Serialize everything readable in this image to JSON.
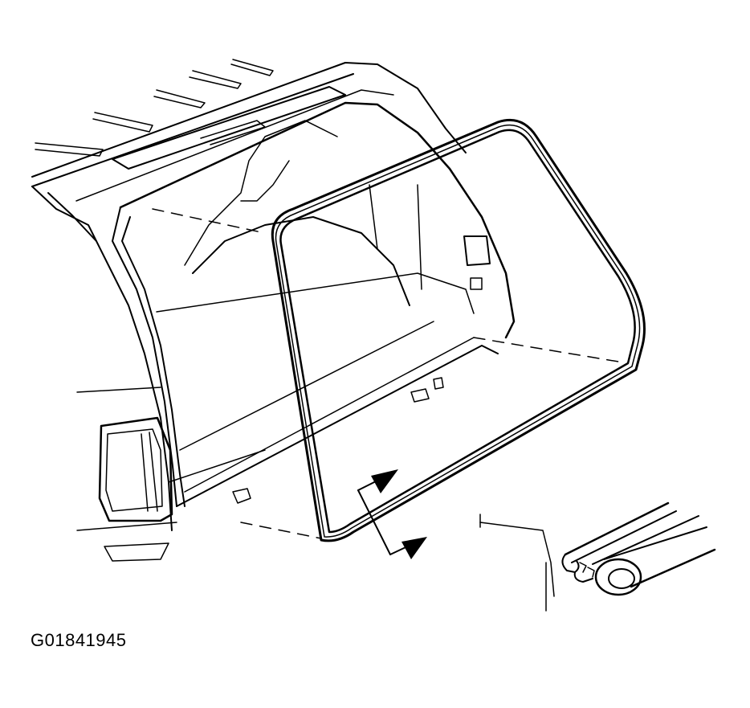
{
  "figure": {
    "id_label": "G01841945",
    "ink_color": "#000000",
    "background_color": "#ffffff"
  },
  "illustration": {
    "content": [
      "vehicle-rear-liftgate-opening",
      "liftgate-weatherstrip",
      "weatherstrip-cross-section-detail",
      "direction-arrows"
    ]
  }
}
